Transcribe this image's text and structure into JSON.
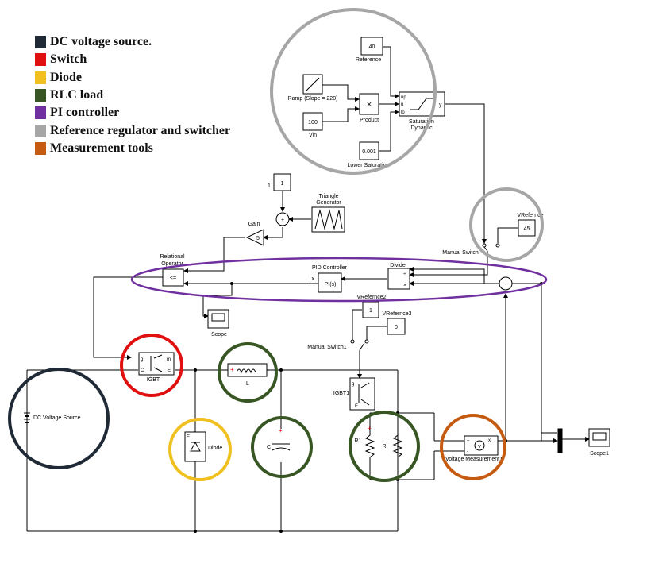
{
  "legend": [
    {
      "label": "DC voltage source.",
      "color": "#1f2a36"
    },
    {
      "label": "Switch",
      "color": "#e01010"
    },
    {
      "label": "Diode",
      "color": "#f0c020"
    },
    {
      "label": "RLC load",
      "color": "#375623"
    },
    {
      "label": "PI controller",
      "color": "#7030a0"
    },
    {
      "label": "Reference regulator and switcher",
      "color": "#a6a6a6"
    },
    {
      "label": "Measurement tools",
      "color": "#c55a11"
    }
  ],
  "blocks": {
    "reference": {
      "value": "40",
      "label": "Reference"
    },
    "ramp": {
      "label": "Ramp (Slope = 220)"
    },
    "product": {
      "label": "Product",
      "symbol": "×"
    },
    "vin": {
      "value": "100",
      "label": "Vin"
    },
    "lower_saturation": {
      "value": "0.001",
      "label": "Lower Saturation"
    },
    "saturation": {
      "label": "Saturation Dynamic",
      "label1": "Saturation",
      "label2": "Dynamic",
      "port_up": "up",
      "port_u": "u",
      "port_lo": "lo",
      "port_y": "y"
    },
    "const1": {
      "value": "1",
      "side": "1"
    },
    "triangle": {
      "label": "Triangle Generator",
      "label1": "Triangle",
      "label2": "Generator"
    },
    "gain": {
      "value": "5",
      "label": "Gain"
    },
    "vrefernce": {
      "value": "45",
      "label": "VRefernce"
    },
    "manual_switch": {
      "label": "Manual Switch"
    },
    "relational": {
      "label": "Relational Operator",
      "label1": "Relational",
      "label2": "Operator",
      "symbol": "<="
    },
    "pid": {
      "label": "PID Controller",
      "symbol": "PI(s)"
    },
    "divide": {
      "label": "Divide"
    },
    "scope": {
      "label": "Scope"
    },
    "vrefernce2": {
      "value": "1",
      "label": "VRefernce2"
    },
    "vrefernce3": {
      "value": "0",
      "label": "VRefernce3"
    },
    "manual_switch1": {
      "label": "Manual Switch1"
    },
    "igbt": {
      "label": "IGBT"
    },
    "igbt1": {
      "label": "IGBT1"
    },
    "inductor": {
      "label": "L"
    },
    "dc_source": {
      "label": "DC Voltage Source"
    },
    "diode": {
      "label": "Diode"
    },
    "capacitor": {
      "label": "C"
    },
    "r1": {
      "label": "R1"
    },
    "r": {
      "label": "R"
    },
    "vmeas": {
      "label": "Voltage Measurement1"
    },
    "scope1": {
      "label": "Scope1"
    }
  }
}
